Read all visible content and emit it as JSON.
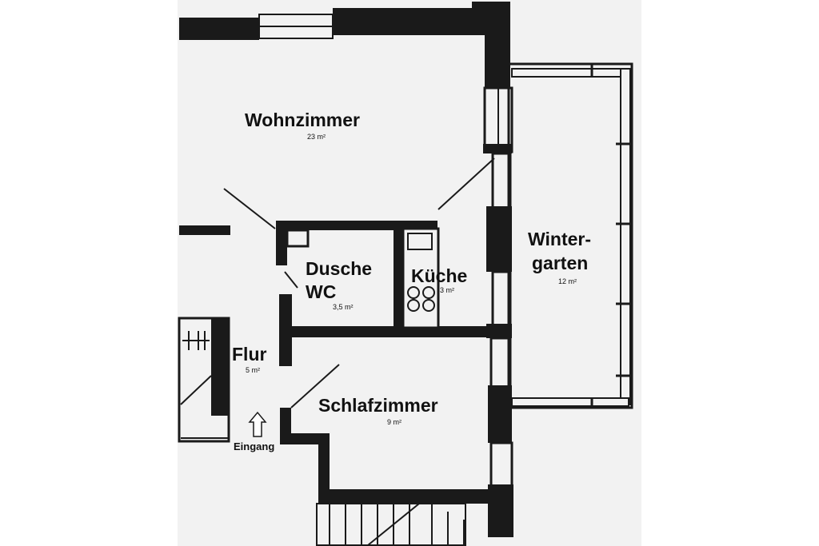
{
  "rooms": {
    "wohnzimmer": {
      "name": "Wohnzimmer",
      "area": "23 m²"
    },
    "dusche_wc": {
      "name_line1": "Dusche",
      "name_line2": "WC",
      "area": "3,5 m²"
    },
    "kueche": {
      "name": "Küche",
      "area": "3 m²"
    },
    "wintergarten": {
      "name_line1": "Winter-",
      "name_line2": "garten",
      "area": "12 m²"
    },
    "flur": {
      "name": "Flur",
      "area": "5 m²"
    },
    "schlafzimmer": {
      "name": "Schlafzimmer",
      "area": "9 m²"
    }
  },
  "entrance": {
    "label": "Eingang",
    "icon": "up-arrow-icon"
  },
  "colors": {
    "wall": "#1a1a1a",
    "paper": "#f2f2f2",
    "text": "#111111"
  }
}
